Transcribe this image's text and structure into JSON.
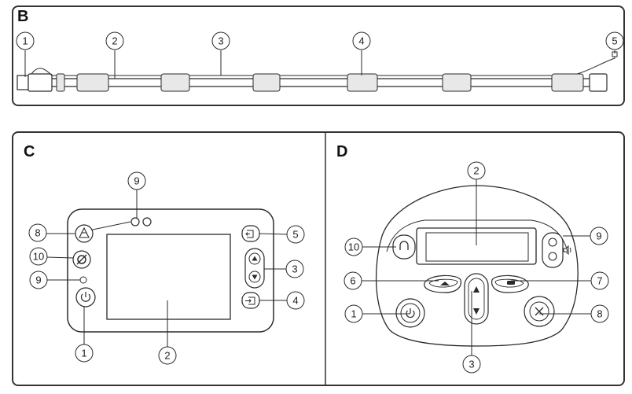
{
  "panels": {
    "b": {
      "letter": "B",
      "callouts": [
        "1",
        "2",
        "3",
        "4",
        "5"
      ]
    },
    "c": {
      "letter": "C",
      "callouts": [
        "9",
        "8",
        "10",
        "9",
        "1",
        "2",
        "5",
        "3",
        "4"
      ]
    },
    "d": {
      "letter": "D",
      "callouts": [
        "2",
        "10",
        "9",
        "6",
        "7",
        "1",
        "8",
        "3"
      ]
    }
  },
  "colors": {
    "outline": "#2a2a2a",
    "panel_border": "#333333",
    "device_fill": "#ffffff",
    "callout_fill": "#ffffff"
  },
  "icons": {
    "c": [
      "alarm-icon",
      "audio-pause-icon",
      "led-indicator-icon",
      "power-icon",
      "menu-exit-icon",
      "up-arrow-icon",
      "down-arrow-icon",
      "menu-enter-icon"
    ],
    "d": [
      "headphone-icon",
      "speaker-icon",
      "left-button-icon",
      "right-button-icon",
      "power-icon",
      "mute-icon",
      "up-arrow-icon",
      "down-arrow-icon"
    ]
  }
}
